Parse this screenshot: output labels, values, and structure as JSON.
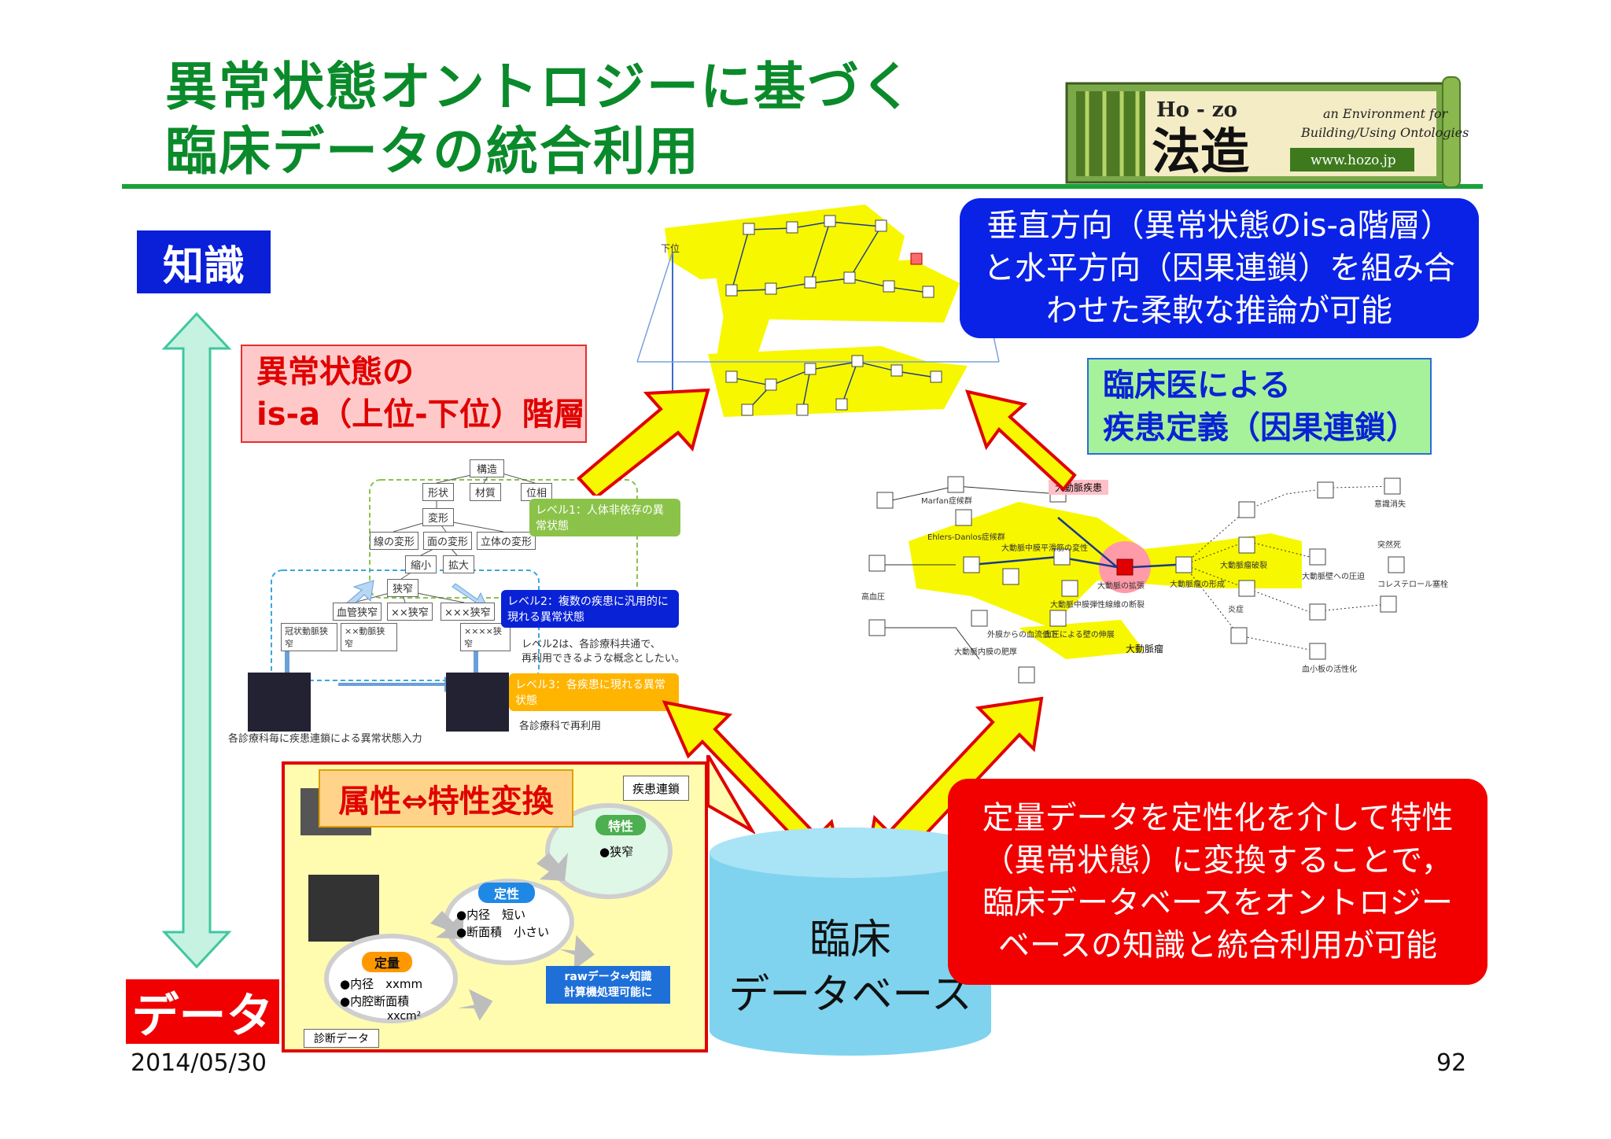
{
  "title": {
    "line1": "異常状態オントロジーに基づく",
    "line2": "臨床データの統合利用"
  },
  "logo": {
    "romaji": "Ho - zo",
    "kanji": "法造",
    "tagline_line1": "an Environment for",
    "tagline_line2": "Building/Using Ontologies",
    "url": "www.hozo.jp"
  },
  "axis": {
    "top_label": "知識",
    "bottom_label": "データ"
  },
  "callouts": {
    "blue": [
      "垂直方向（異常状態のis-a階層）",
      "と水平方向（因果連鎖）を組み合",
      "わせた柔軟な推論が可能"
    ],
    "red": [
      "定量データを定性化を介して特性",
      "（異常状態）に変換することで，",
      "臨床データベースをオントロジー",
      "ベースの知識と統合利用が可能"
    ],
    "isa": [
      "異常状態の",
      "is-a（上位-下位）階層"
    ],
    "clinician": [
      "臨床医による",
      "疾患定義（因果連鎖）"
    ]
  },
  "hierarchy": {
    "root": "構造",
    "level_a": [
      "形状",
      "材質",
      "位相"
    ],
    "deform": "変形",
    "level_b": [
      "線の変形",
      "面の変形",
      "立体の変形"
    ],
    "level_c": [
      "縮小",
      "拡大"
    ],
    "narrow": "狭窄",
    "level_d": [
      "血管狭窄",
      "××狭窄",
      "×××狭窄"
    ],
    "level_e": [
      "冠状動脈狭窄",
      "××動脈狭窄",
      "××××狭窄"
    ],
    "level1_note": "レベル1：人体非依存の異常状態",
    "level2_note": "レベル2：複数の疾患に汎用的に現れる異常状態",
    "level2_desc": [
      "レベル2は、各診療科共通で、",
      "再利用できるような概念としたい。"
    ],
    "level3_note": "レベル3：各疾患に現れる異常状態",
    "left_caption": "各診療科毎に疾患連鎖による異常状態入力",
    "right_caption": "各診療科で再利用"
  },
  "attr_panel": {
    "title": "属性⇔特性変換",
    "chain_tag": "疾患連鎖",
    "trait_label": "特性",
    "trait_item": "●狭窄",
    "qual_label": "定性",
    "qual_items": [
      "●内径　短い",
      "●断面積　小さい"
    ],
    "quant_label": "定量",
    "quant_items": [
      "●内径　xxmm",
      "●内腔断面積",
      "xxcm²"
    ],
    "raw_note": [
      "rawデータ⇔知識",
      "計算機処理可能に"
    ],
    "diag_tag": "診断データ"
  },
  "causal": {
    "disease_tag": "大動脈疾患",
    "aneurysm_tag": "大動脈瘤",
    "node_labels": [
      "高血圧",
      "大動脈瘤の形成",
      "大動脈の拡張",
      "Marfan症候群",
      "Ehlers-Danlos症候群",
      "大動脈中膜平滑筋の変性",
      "外膜からの血流低下",
      "大動脈瘤破裂",
      "大動脈壁への圧迫",
      "血圧による壁の伸展",
      "大動脈中膜弾性線維の断裂",
      "大動脈内膜の肥厚",
      "炎症",
      "意識消失",
      "突然死",
      "コレステロール塞栓",
      "血小板の活性化"
    ]
  },
  "isa_graph_label": "下位",
  "database": {
    "line1": "臨床",
    "line2": "データベース"
  },
  "footer": {
    "date": "2014/05/30",
    "page": "92"
  },
  "colors": {
    "title_green": "#0a8a2a",
    "knowledge_blue": "#0a1fd8",
    "data_red": "#f00000",
    "highlight_yellow": "#f7f700",
    "cylinder": "#7fd3ef"
  }
}
